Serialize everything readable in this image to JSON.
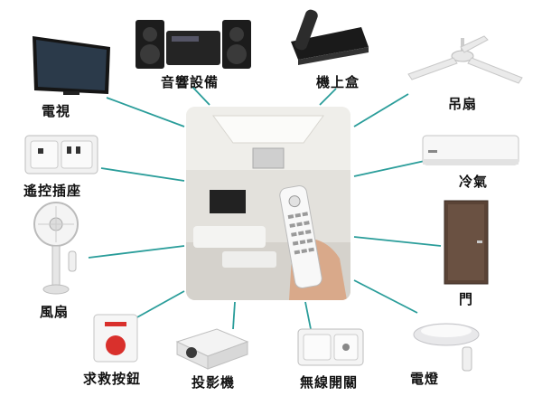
{
  "labels": {
    "tv": "電視",
    "audio": "音響設備",
    "settop": "機上盒",
    "ceiling_fan": "吊扇",
    "wall_socket": "遙控插座",
    "air_con": "冷氣",
    "stand_fan": "風扇",
    "door": "門",
    "sos_button": "求救按鈕",
    "projector": "投影機",
    "wireless_switch": "無線開關",
    "lamp": "電燈"
  },
  "colors": {
    "connector": "#2a9d9a",
    "sos_red": "#d9302c",
    "door_wood": "#5a4336"
  }
}
